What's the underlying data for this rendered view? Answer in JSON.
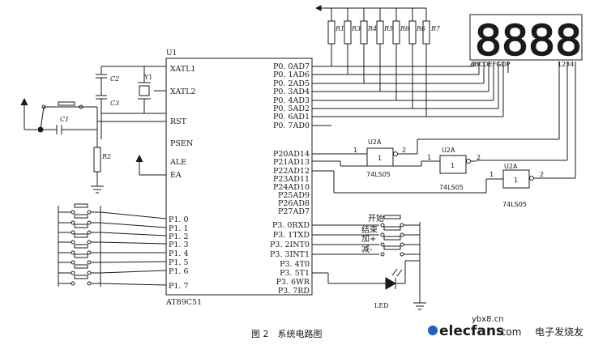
{
  "mcu": {
    "ref": "U1",
    "part": "AT89C51",
    "left_pins": [
      "XATL1",
      "XATL2",
      "RST",
      "PSEN",
      "ALE",
      "EA"
    ],
    "p1_pins": [
      "P1. 0",
      "P1. 1",
      "P1. 2",
      "P1. 3",
      "P1. 4",
      "P1. 5",
      "P1. 6",
      "P1. 7"
    ],
    "p0_pins": [
      "P0. 0AD7",
      "P0. 1AD6",
      "P0. 2AD5",
      "P0. 3AD4",
      "P0. 4AD3",
      "P0. 5AD2",
      "P0. 6AD1",
      "P0. 7AD0"
    ],
    "p2_pins": [
      "P20AD14",
      "P21AD13",
      "P22AD12",
      "P23AD11",
      "P24AD10",
      "P25AD9",
      "P26AD8",
      "P27AD7"
    ],
    "p3_pins": [
      "P3. 0RXD",
      "P3. 1TXD",
      "P3. 2INT0",
      "P3. 3INT1",
      "P3. 4T0",
      "P3. 5T1",
      "P3. 6WR",
      "P3. 7RD"
    ]
  },
  "resistors": [
    "R1",
    "R2",
    "R3",
    "R4",
    "R5",
    "R6",
    "R7"
  ],
  "r_reset": "R2",
  "caps": [
    "C2",
    "C3",
    "C1"
  ],
  "crystal": "Y1",
  "inverters": [
    {
      "ref": "U2A",
      "body": "1",
      "pin_in": "1",
      "pin_out": "2",
      "part": "74LS05"
    },
    {
      "ref": "U2A",
      "body": "1",
      "pin_in": "1",
      "pin_out": "2",
      "part": "74LS05"
    },
    {
      "ref": "U2A",
      "body": "1",
      "pin_in": "1",
      "pin_out": "2",
      "part": "74LS05"
    }
  ],
  "display": {
    "segments_label": "ABCDEFGDP",
    "digits_label": "1234",
    "digit_chars": [
      "8",
      "8",
      "8",
      "8"
    ]
  },
  "buttons": {
    "start": "开始",
    "end": "结束",
    "plus": "加+",
    "minus": "减-"
  },
  "led_label": "LED",
  "caption": "图 2　系统电路图",
  "watermark": {
    "url": "ybx8.cn",
    "brand": "elecfans",
    "brand_suffix": "·com",
    "cn": "电子发烧友"
  },
  "colors": {
    "ink": "#1a1a1a",
    "brand_blue": "#1f5fbf",
    "brand_red": "#d42020"
  }
}
